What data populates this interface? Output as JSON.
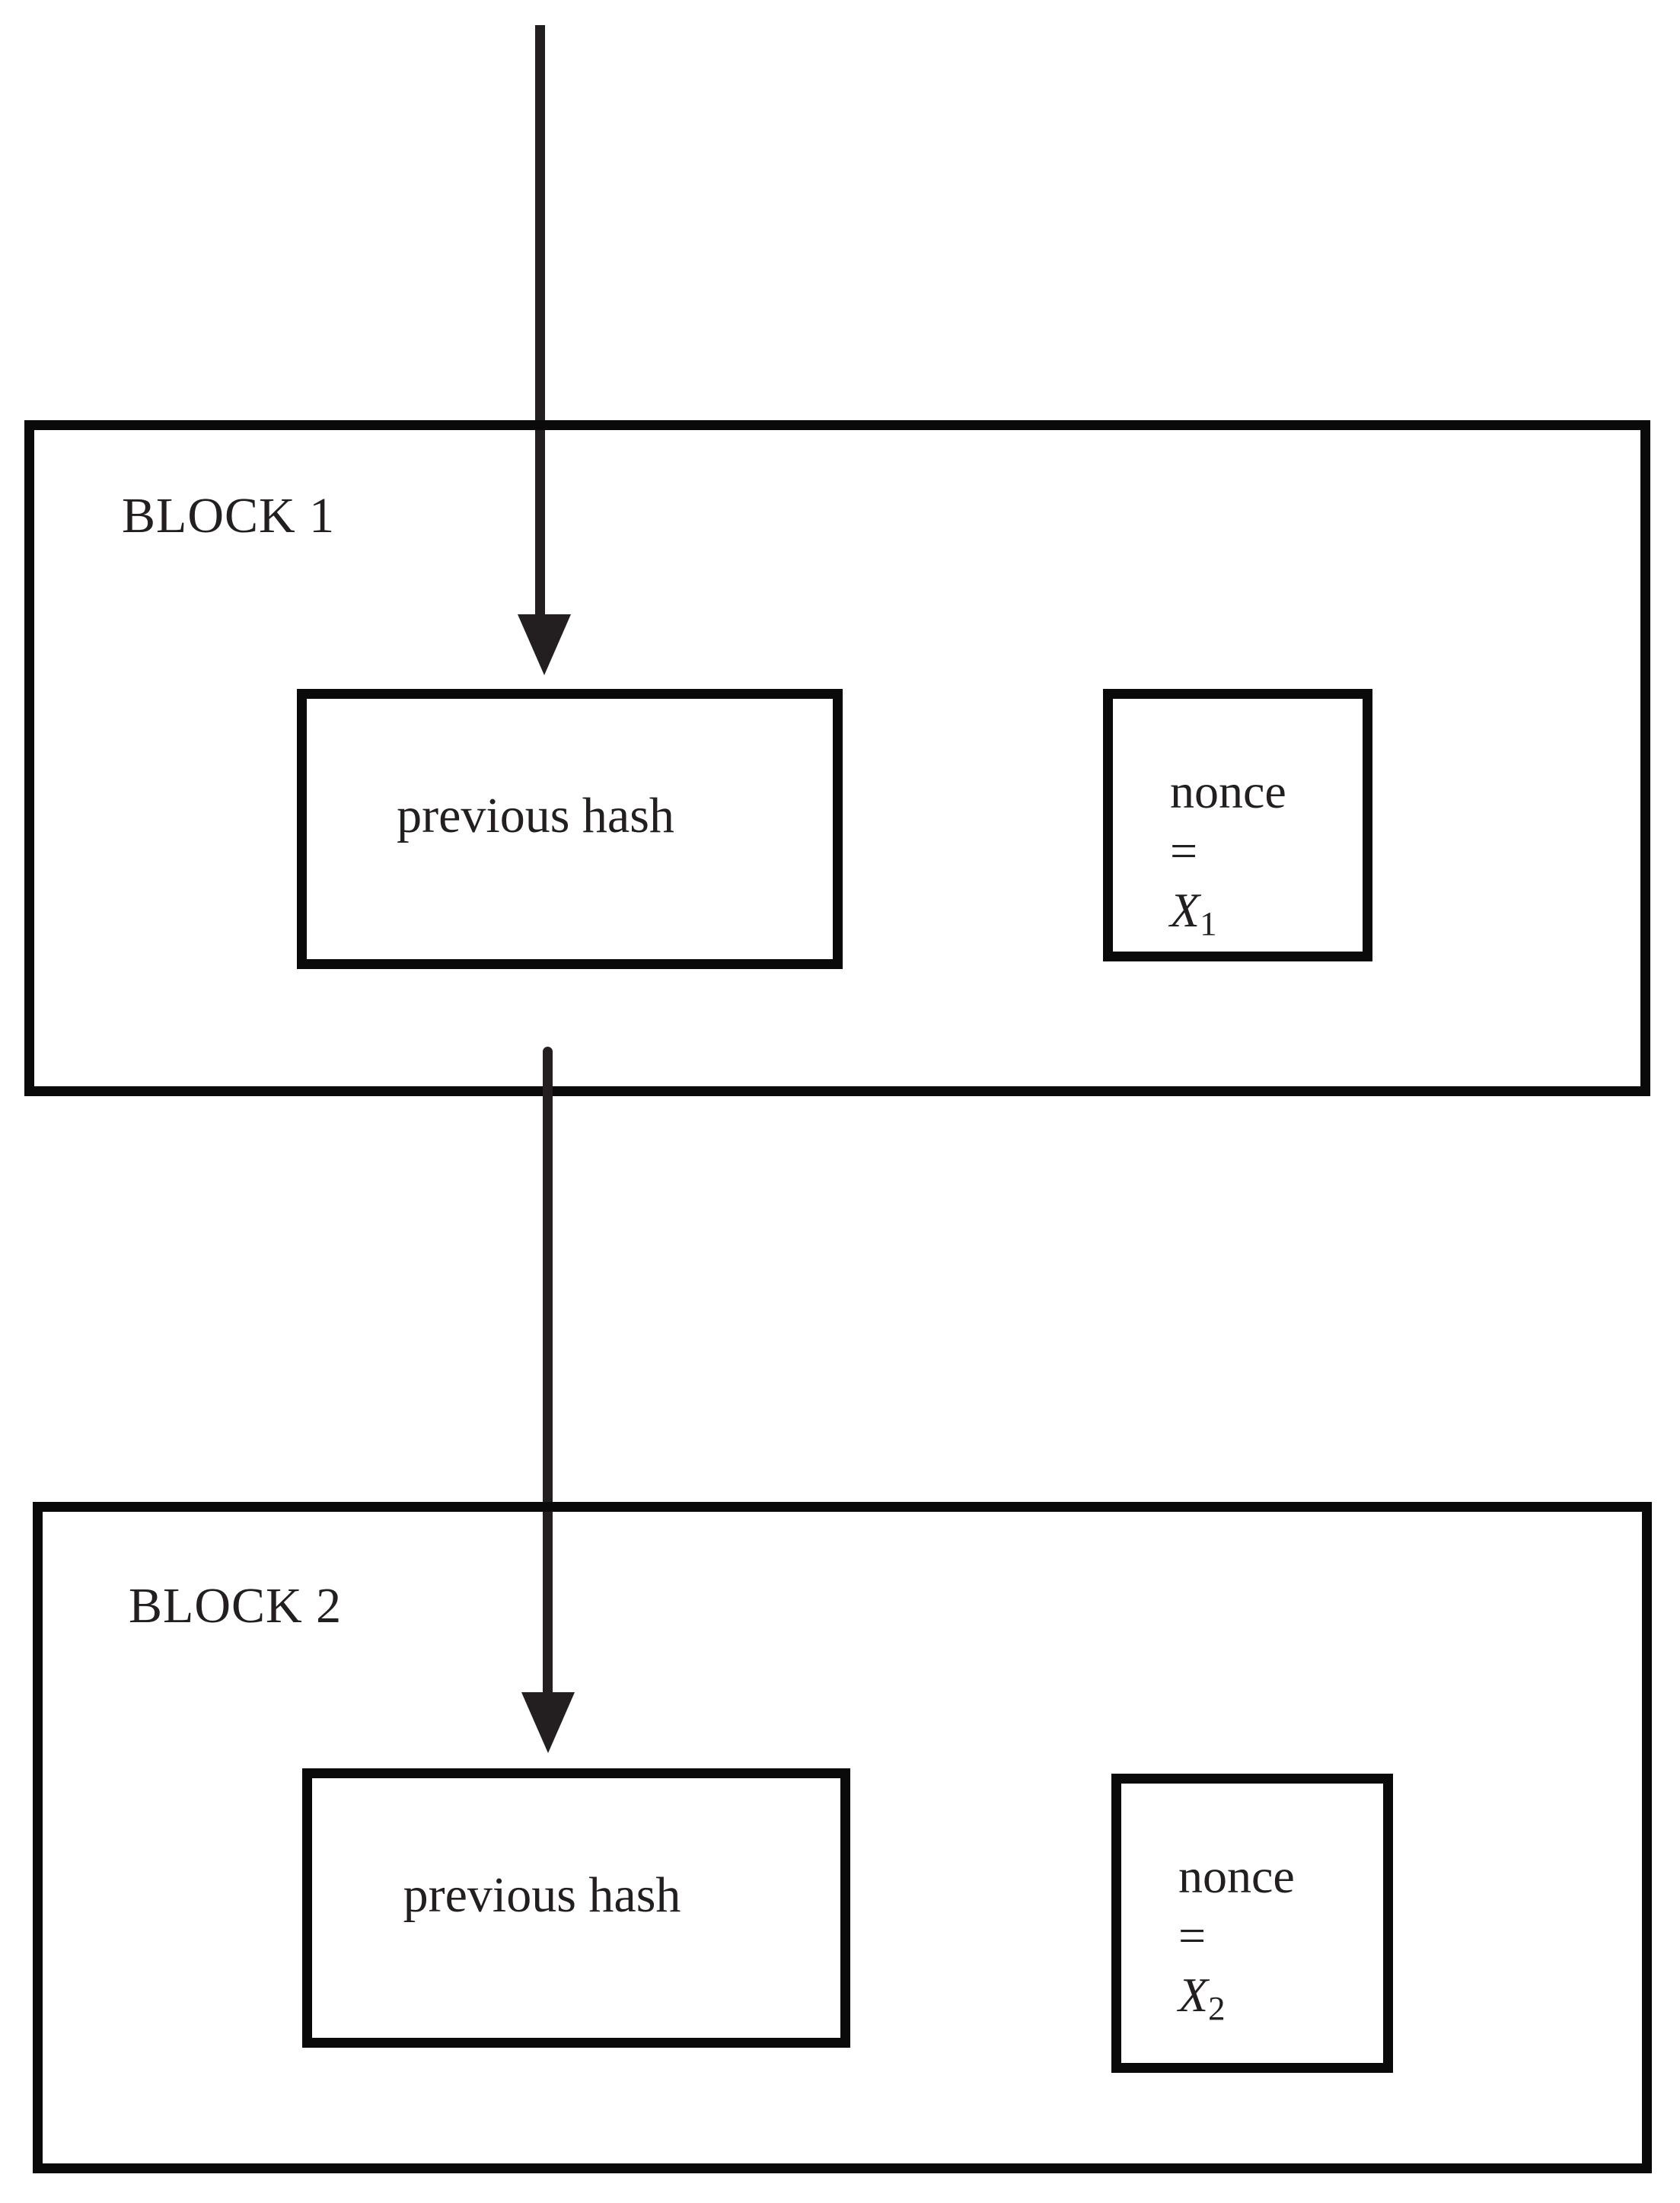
{
  "page": {
    "background": "#ffffff"
  },
  "colors": {
    "stroke": "#0a0a0a",
    "arrow_fill": "#231f20",
    "text": "#231f20"
  },
  "blocks": [
    {
      "label": "BLOCK 1",
      "hash_box_label": "previous hash",
      "nonce_line1": "nonce",
      "nonce_line2": "=",
      "nonce_value_base": "X",
      "nonce_value_sub": "1"
    },
    {
      "label": "BLOCK 2",
      "hash_box_label": "previous hash",
      "nonce_line1": "nonce",
      "nonce_line2": "=",
      "nonce_value_base": "X",
      "nonce_value_sub": "2"
    }
  ],
  "arrows": [
    {
      "name": "arrow-into-block-1"
    },
    {
      "name": "arrow-block-1-to-block-2"
    }
  ]
}
